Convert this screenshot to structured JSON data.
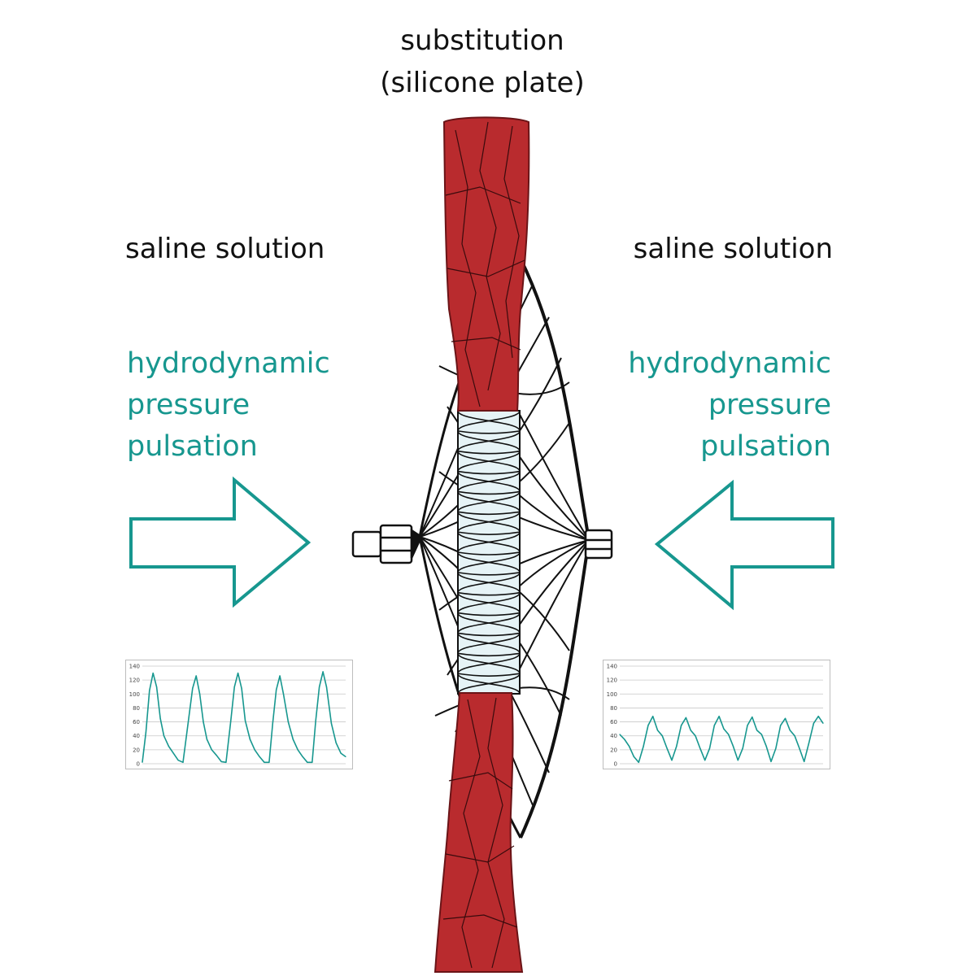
{
  "title": {
    "line1": "substitution",
    "line2": "(silicone plate)"
  },
  "left": {
    "medium": "saline solution",
    "force": [
      "hydrodynamic",
      "pressure",
      "pulsation"
    ]
  },
  "right": {
    "medium": "saline solution",
    "force": [
      "hydrodynamic",
      "pressure",
      "pulsation"
    ]
  },
  "colors": {
    "teal": "#17978f",
    "vessel": "#b92b2e",
    "text": "#111111",
    "grid": "#c8c8c8"
  },
  "chart_data": [
    {
      "type": "line",
      "title": "",
      "xlabel": "",
      "ylabel": "",
      "ylim": [
        0,
        140
      ],
      "yticks": [
        "0",
        "20",
        "40",
        "60",
        "80",
        "100",
        "120",
        "140"
      ],
      "grid": true,
      "series": [
        {
          "x": [
            0,
            3,
            6,
            9,
            12,
            15,
            18,
            22,
            26,
            30,
            34,
            38,
            42,
            45,
            48,
            51,
            54,
            58,
            62,
            66,
            70,
            74,
            77,
            80,
            83,
            86,
            90,
            94,
            98,
            102,
            106,
            109,
            112,
            115,
            118,
            122,
            126,
            130,
            134,
            138,
            142,
            145,
            148,
            151,
            154,
            158,
            162,
            166,
            170
          ],
          "values": [
            2,
            45,
            105,
            130,
            110,
            65,
            40,
            25,
            15,
            5,
            2,
            55,
            108,
            126,
            100,
            60,
            35,
            20,
            12,
            3,
            2,
            62,
            110,
            130,
            108,
            62,
            35,
            20,
            10,
            2,
            2,
            58,
            106,
            126,
            100,
            60,
            35,
            20,
            10,
            2,
            2,
            62,
            110,
            132,
            110,
            58,
            30,
            15,
            10
          ]
        }
      ]
    },
    {
      "type": "line",
      "title": "",
      "xlabel": "",
      "ylabel": "",
      "ylim": [
        0,
        140
      ],
      "yticks": [
        "0",
        "20",
        "40",
        "60",
        "80",
        "100",
        "120",
        "140"
      ],
      "grid": true,
      "series": [
        {
          "x": [
            0,
            4,
            8,
            12,
            16,
            20,
            24,
            28,
            32,
            36,
            40,
            44,
            48,
            52,
            56,
            60,
            64,
            68,
            72,
            76,
            80,
            84,
            88,
            92,
            96,
            100,
            104,
            108,
            112,
            116,
            120,
            124,
            128,
            132,
            136,
            140,
            144,
            148,
            152,
            156,
            160,
            164,
            168,
            172
          ],
          "values": [
            42,
            35,
            25,
            10,
            2,
            25,
            55,
            68,
            48,
            40,
            22,
            5,
            25,
            55,
            66,
            48,
            40,
            22,
            5,
            22,
            55,
            68,
            50,
            42,
            25,
            5,
            22,
            55,
            67,
            48,
            42,
            25,
            3,
            22,
            55,
            65,
            48,
            40,
            22,
            3,
            30,
            58,
            68,
            58
          ]
        }
      ]
    }
  ]
}
